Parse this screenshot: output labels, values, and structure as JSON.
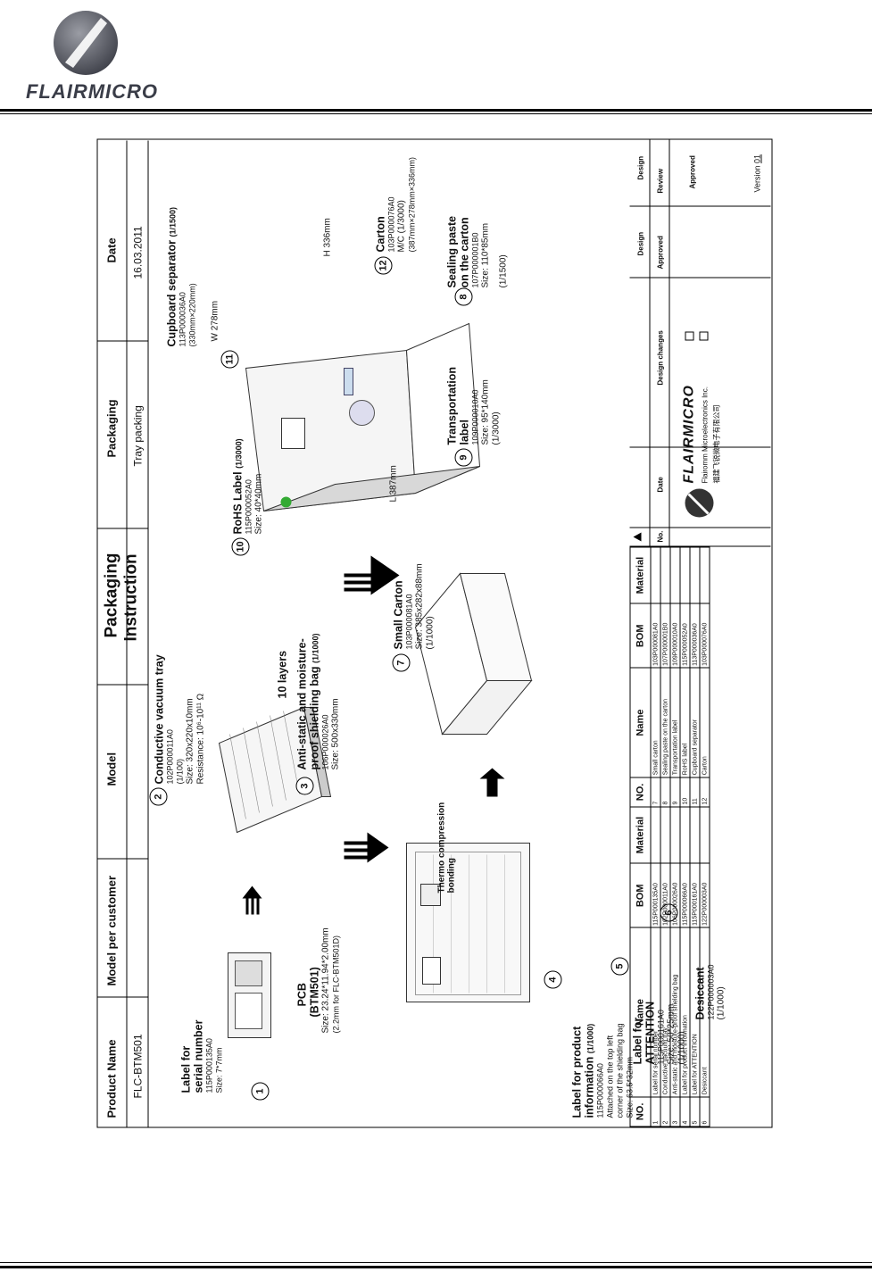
{
  "brand": {
    "name": "FLAIRMICRO"
  },
  "header": {
    "product_name_label": "Product Name",
    "product_name": "FLC-BTM501",
    "model_per_customer_label": "Model per customer",
    "model_per_customer": "",
    "model_label": "Model",
    "model": "",
    "title_line1": "Packaging",
    "title_line2": "Instruction",
    "packaging_label": "Packaging",
    "packaging": "Tray  packing",
    "date_label": "Date",
    "date": "16.03.2011"
  },
  "items": {
    "i1": {
      "num": "1",
      "title1": "Label for",
      "title2": "serial number",
      "code": "115P000135A0",
      "size": "Size: 7*7mm"
    },
    "pcb": {
      "title1": "PCB",
      "title2": "(BTM501)",
      "size1": "Size: 23.24*11.94*2.00mm",
      "size2": "(2.2mm for FLC-BTM501D)"
    },
    "i2": {
      "num": "2",
      "title": "Conductive vacuum tray",
      "code": "102P000011A0",
      "qty": "(1/100)",
      "size": "Size: 320x220x10mm",
      "res": "Resistance: 10⁶-10¹¹ Ω",
      "layers": "10 layers"
    },
    "i3": {
      "num": "3",
      "title1": "Anti-static and moisture-",
      "title2": "proof shielding bag",
      "qty": "(1/1000)",
      "code": "106P000026A0",
      "size": "Size: 500x330mm"
    },
    "thermo": {
      "line1": "Thermo compression",
      "line2": "bonding"
    },
    "i4": {
      "num": "4",
      "title1": "Label for product",
      "title2": "information",
      "qty": "(1/1000)",
      "code": "115P000066A0",
      "note1": "Attached on the top left",
      "note2": "corner of the shielding bag",
      "size": "Size: 63.5*32mm"
    },
    "i5": {
      "num": "5",
      "title1": "Label for",
      "title2": "ATTENTION",
      "code": "115P000161A0",
      "size": "Size: 50*25mm",
      "qty": "(1/1000)"
    },
    "i6": {
      "num": "6",
      "title": "Desiccant",
      "code": "122P000003A0",
      "qty": "(1/1000)"
    },
    "i7": {
      "num": "7",
      "title": "Small Carton",
      "code": "103P000081A0",
      "size": "Size: 385x282x88mm",
      "qty": "(1/1000)"
    },
    "i8": {
      "num": "8",
      "title1": "Sealing paste",
      "title2": "on the carton",
      "code": "107P000001B0",
      "size": "Size: 110*85mm",
      "qty": "(1/1500)"
    },
    "i9": {
      "num": "9",
      "title1": "Transportation",
      "title2": "label",
      "code": "109P000010A0",
      "size": "Size: 95*140mm",
      "qty": "(1/3000)"
    },
    "i10": {
      "num": "10",
      "title": "RoHS Label",
      "qty": "(1/3000)",
      "code": "115P000052A0",
      "size": "Size: 40*40mm"
    },
    "i11": {
      "num": "11",
      "title": "Cupboard separator",
      "qty": "(1/1500)",
      "code": "113P000036A0",
      "size": "(330mm×220mm)"
    },
    "i12": {
      "num": "12",
      "title": "Carton",
      "code": "103P000076A0",
      "mc": "M/C (1/3000)",
      "dims": "(387mm×278mm×336mm)"
    },
    "dims": {
      "l": "L 387mm",
      "w": "W 278mm",
      "h": "H 336mm"
    }
  },
  "bom": {
    "headers": {
      "no": "NO.",
      "name": "Name",
      "bom": "BOM",
      "material": "Material"
    },
    "left": [
      {
        "no": "1",
        "name": "Label for serial number",
        "bom": "115P000135A0",
        "material": ""
      },
      {
        "no": "2",
        "name": "Conductive vacuum tray",
        "bom": "102P000011A0",
        "material": ""
      },
      {
        "no": "3",
        "name": "Anti-static and moisture-proof shielding bag",
        "bom": "106P000026A0",
        "material": ""
      },
      {
        "no": "4",
        "name": "Label for product information",
        "bom": "115P000066A0",
        "material": ""
      },
      {
        "no": "5",
        "name": "Label for ATTENTION",
        "bom": "115P000161A0",
        "material": ""
      },
      {
        "no": "6",
        "name": "Desiccant",
        "bom": "122P000003A0",
        "material": ""
      }
    ],
    "right": [
      {
        "no": "7",
        "name": "Small carton",
        "bom": "103P000081A0",
        "material": ""
      },
      {
        "no": "8",
        "name": "Sealing paste on the carton",
        "bom": "107P000001B0",
        "material": ""
      },
      {
        "no": "9",
        "name": "Transportation label",
        "bom": "109P000010A0",
        "material": ""
      },
      {
        "no": "10",
        "name": "RoHS label",
        "bom": "115P000052A0",
        "material": ""
      },
      {
        "no": "11",
        "name": "Cupboard separator",
        "bom": "113P000036A0",
        "material": ""
      },
      {
        "no": "12",
        "name": "Carton",
        "bom": "103P000076A0",
        "material": ""
      }
    ]
  },
  "titleblock": {
    "no": "No.",
    "date": "Date",
    "design_changes": "Design changes",
    "approved": "Approved",
    "design": "Design",
    "review": "Review",
    "design2": "Design",
    "approved2": "Approved",
    "company_logo": "FLAIRMICRO",
    "company_en": "Flairomm Microelectronics Inc.",
    "company_cn": "福建飞锐微电子有限公司",
    "version_label": "Version",
    "version": "01"
  }
}
